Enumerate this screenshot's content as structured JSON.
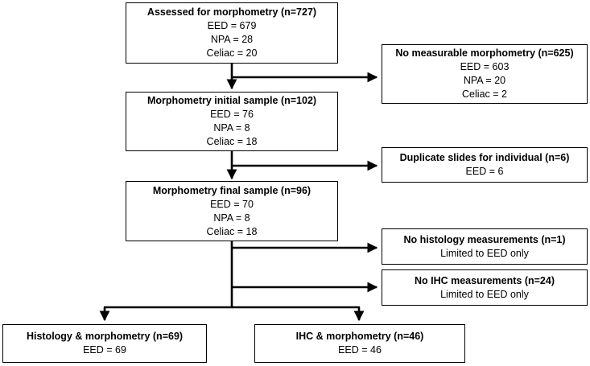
{
  "boxes": {
    "assessed": {
      "title": "Assessed for morphometry (n=727)",
      "lines": [
        "EED = 679",
        "NPA = 28",
        "Celiac = 20"
      ]
    },
    "no_measurable": {
      "title": "No measurable morphometry (n=625)",
      "lines": [
        "EED = 603",
        "NPA = 20",
        "Celiac = 2"
      ]
    },
    "initial_sample": {
      "title": "Morphometry initial sample (n=102)",
      "lines": [
        "EED = 76",
        "NPA = 8",
        "Celiac = 18"
      ]
    },
    "duplicate": {
      "title": "Duplicate slides for individual (n=6)",
      "lines": [
        "EED = 6"
      ]
    },
    "final_sample": {
      "title": "Morphometry final sample (n=96)",
      "lines": [
        "EED = 70",
        "NPA = 8",
        "Celiac = 18"
      ]
    },
    "no_histology": {
      "title": "No histology measurements (n=1)",
      "lines": [
        "Limited to EED only"
      ]
    },
    "no_ihc": {
      "title": "No IHC measurements (n=24)",
      "lines": [
        "Limited to EED only"
      ]
    },
    "histology": {
      "title": "Histology & morphometry (n=69)",
      "lines": [
        "EED = 69"
      ]
    },
    "ihc": {
      "title": "IHC & morphometry (n=46)",
      "lines": [
        "EED = 46"
      ]
    }
  }
}
